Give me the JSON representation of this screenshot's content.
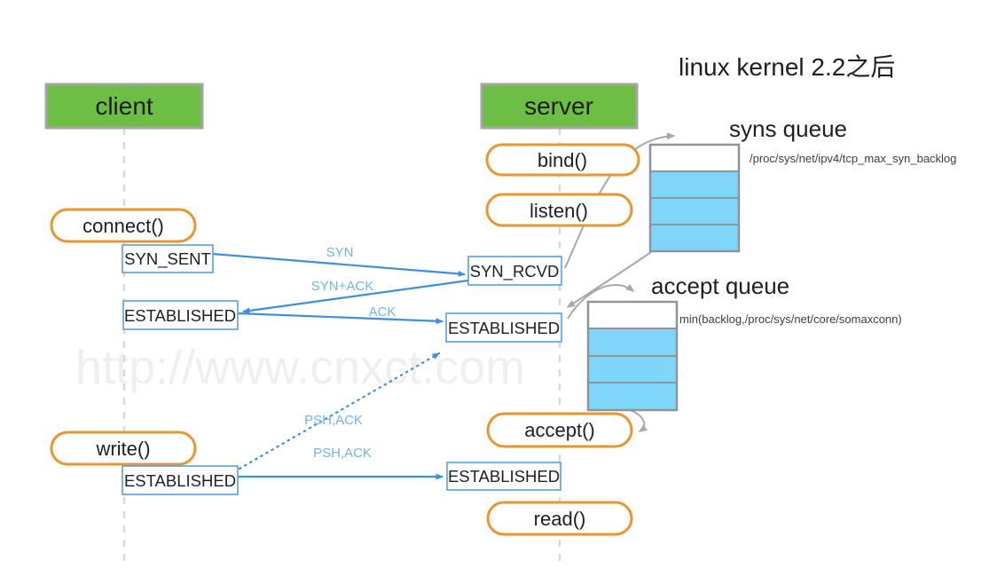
{
  "title": "linux  kernel 2.2之后",
  "watermark": "http://www.cnxct.com",
  "actors": {
    "client": "client",
    "server": "server"
  },
  "calls": {
    "connect": "connect()",
    "write": "write()",
    "bind": "bind()",
    "listen": "listen()",
    "accept": "accept()",
    "read": "read()"
  },
  "states": {
    "client_syn_sent": "SYN_SENT",
    "client_established_1": "ESTABLISHED",
    "client_established_2": "ESTABLISHED",
    "server_syn_rcvd": "SYN_RCVD",
    "server_established_1": "ESTABLISHED",
    "server_established_2": "ESTABLISHED"
  },
  "messages": {
    "syn": "SYN",
    "syn_ack": "SYN+ACK",
    "ack": "ACK",
    "psh_ack_dotted": "PSH,ACK",
    "psh_ack_solid": "PSH,ACK"
  },
  "queues": {
    "syns": {
      "title": "syns queue",
      "limit": "/proc/sys/net/ipv4/tcp_max_syn_backlog",
      "slots_total": 4,
      "slots_filled": 3
    },
    "accept": {
      "title": "accept queue",
      "limit": "min(backlog,/proc/sys/net/core/somaxconn)",
      "slots_total": 4,
      "slots_filled": 3
    }
  },
  "colors": {
    "actor_fill": "#6cbe45",
    "actor_border": "#a6a6a6",
    "call_border": "#e8962f",
    "state_border": "#5b9fd8",
    "arrow_blue": "#3f8fdf",
    "msg_label_blue": "#74b2e8",
    "gray_arrow": "#a8a8a8",
    "queue_fill": "#7fd6f9",
    "queue_border": "#8f9499",
    "lifeline": "#d9d9d9",
    "watermark": "#efefef"
  }
}
